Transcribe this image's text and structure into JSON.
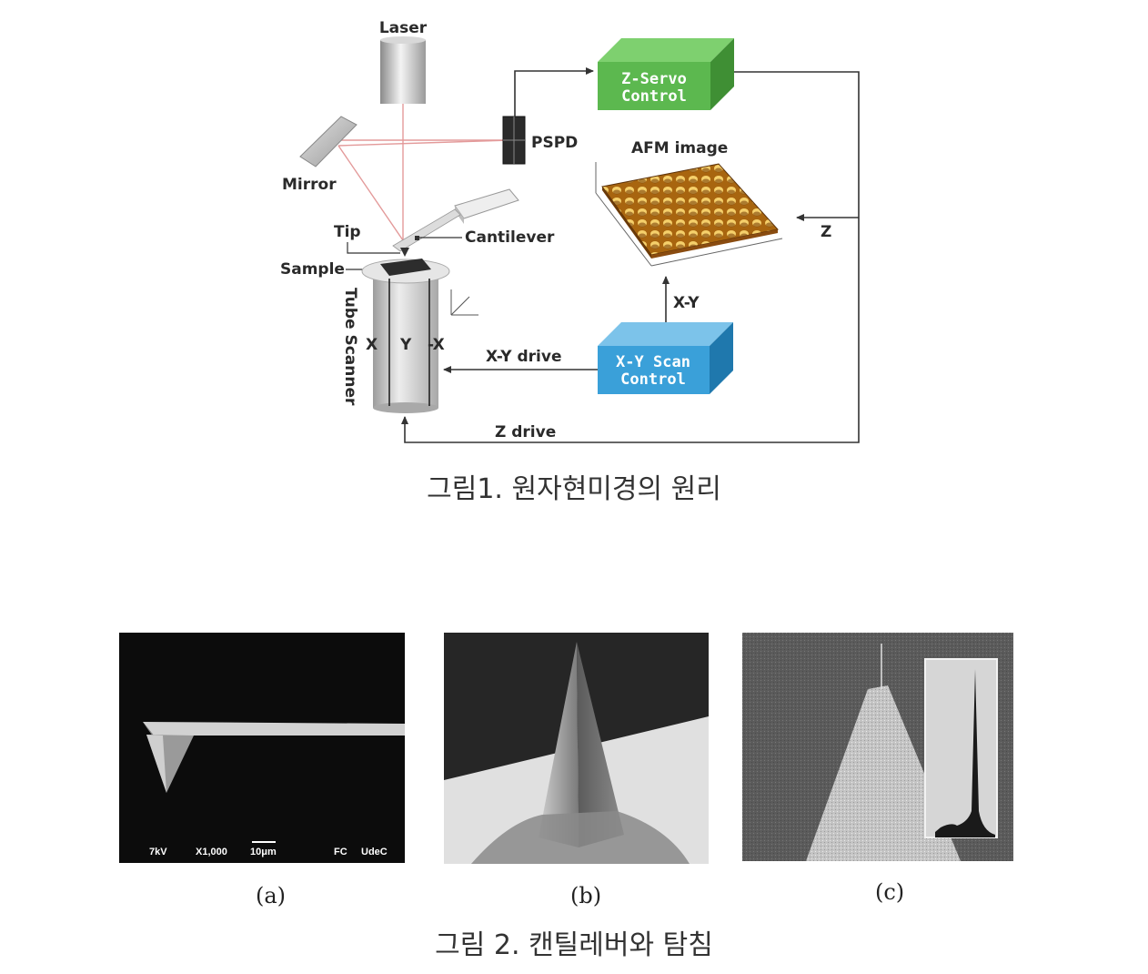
{
  "figure1": {
    "labels": {
      "laser": "Laser",
      "mirror": "Mirror",
      "pspd": "PSPD",
      "tip": "Tip",
      "cantilever": "Cantilever",
      "sample": "Sample",
      "tube_scanner": "Tube Scanner",
      "afm_image": "AFM image",
      "z": "Z",
      "xy": "X-Y",
      "xy_drive": "X-Y drive",
      "z_drive": "Z drive",
      "tube_x": "X",
      "tube_y": "Y",
      "tube_negx": "-X"
    },
    "z_servo": {
      "line1": "Z-Servo",
      "line2": "Control",
      "color": "#5cb84f"
    },
    "xy_scan": {
      "line1": "X-Y Scan",
      "line2": "Control",
      "color": "#3aa0d9"
    },
    "caption": "그림1. 원자현미경의 원리"
  },
  "figure2": {
    "panel_a_text": {
      "kv": "7kV",
      "mag": "X1,000",
      "scale": "10μm",
      "fc": "FC",
      "udec": "UdeC"
    },
    "sub_a": "(a)",
    "sub_b": "(b)",
    "sub_c": "(c)",
    "caption": "그림 2. 캔틸레버와 탐침"
  }
}
